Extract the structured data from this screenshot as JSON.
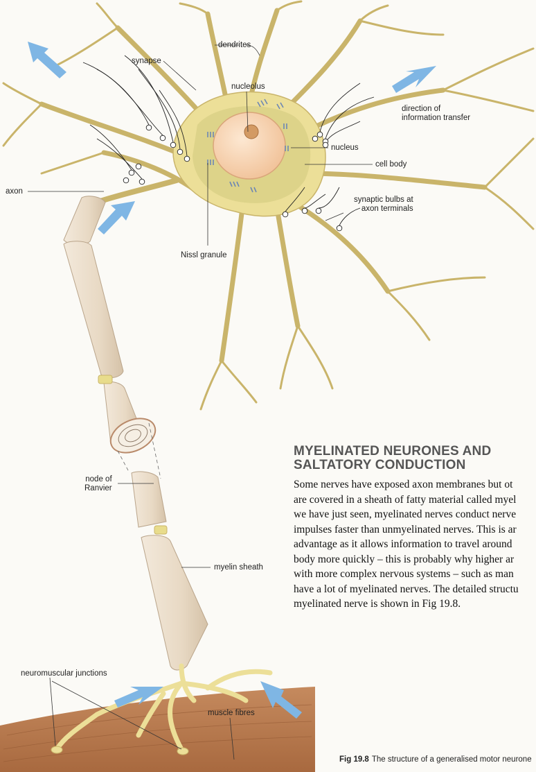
{
  "labels": {
    "dendrites": "dendrites",
    "synapse": "synapse",
    "nucleolus": "nucleolus",
    "direction": [
      "direction of",
      "information transfer"
    ],
    "nucleus": "nucleus",
    "cell_body": "cell body",
    "axon": "axon",
    "synaptic_bulbs": [
      "synaptic bulbs at",
      "axon terminals"
    ],
    "nissl": "Nissl granule",
    "node": [
      "node of",
      "Ranvier"
    ],
    "myelin": "myelin sheath",
    "nmj": "neuromuscular junctions",
    "muscle": "muscle fibres"
  },
  "section": {
    "heading": [
      "MYELINATED NEURONES AND",
      "SALTATORY CONDUCTION"
    ],
    "lines": [
      "Some nerves have exposed axon membranes but ot",
      "are covered in a sheath of fatty material called myel",
      "we have just seen, myelinated nerves conduct nerve",
      "impulses faster than unmyelinated nerves. This is ar",
      "advantage as it allows information to travel around",
      "body more quickly – this is probably why higher ar",
      "with more complex nervous systems – such as man",
      "have a lot of myelinated nerves. The detailed structu",
      "myelinated nerve is shown in Fig 19.8."
    ]
  },
  "caption": {
    "fig": "Fig 19.8",
    "text": "The structure of a generalised motor neurone"
  },
  "colors": {
    "neuron": "#ecdf98",
    "neuron_edge": "#c9b46a",
    "soma_dark": "#c6bf6d",
    "nucleus": "#f4c9a2",
    "myelin": "#eaddcc",
    "muscle": "#b77a50",
    "arrow": "#7fb6e4"
  }
}
